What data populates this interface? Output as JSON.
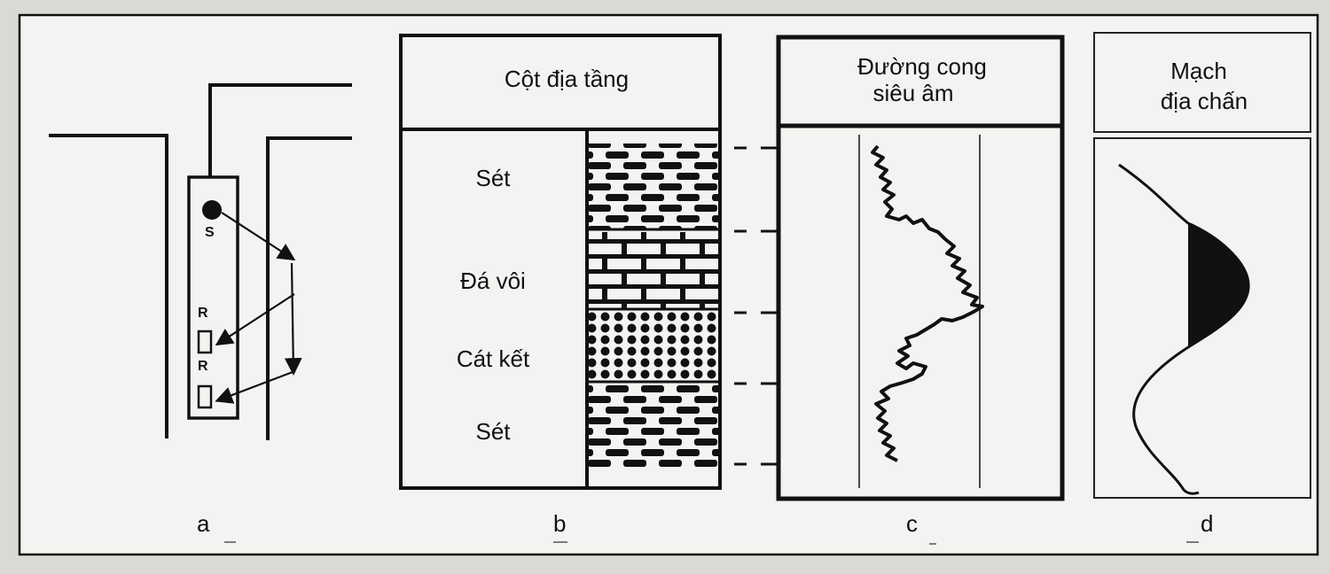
{
  "colors": {
    "background": "#d9d9d6",
    "paper": "#f3f3f1",
    "ink": "#111111"
  },
  "panel_a": {
    "caption": "a",
    "source_label": "S",
    "receiver_labels": [
      "R",
      "R"
    ]
  },
  "panel_b": {
    "header": "Cột địa tầng",
    "caption": "b",
    "layers": [
      {
        "name": "Sét",
        "pattern": "clay"
      },
      {
        "name": "Đá vôi",
        "pattern": "limestone"
      },
      {
        "name": "Cát kết",
        "pattern": "sandstone"
      },
      {
        "name": "Sét",
        "pattern": "clay"
      }
    ]
  },
  "panel_c": {
    "header_line1": "Đường cong",
    "header_line2": "siêu âm",
    "caption": "c"
  },
  "panel_d": {
    "header_line1": "Mạch",
    "header_line2": "địa chấn",
    "caption": "d"
  }
}
